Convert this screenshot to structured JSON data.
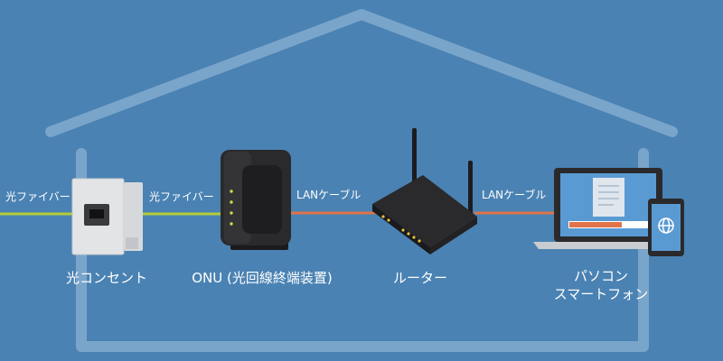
{
  "colors": {
    "background": "#4a82b3",
    "house_outline": "#7aa5ca",
    "fiber_cable": "#b5cc3a",
    "lan_cable": "#e0734a",
    "device_dark": "#2a2a2c",
    "outlet_body": "#e2e4e6",
    "screen": "#5a9ad3"
  },
  "cables": {
    "fiber_left": "光ファイバー",
    "fiber_right": "光ファイバー",
    "lan_left": "LANケーブル",
    "lan_right": "LANケーブル"
  },
  "devices": {
    "outlet": "光コンセント",
    "onu": "ONU (光回線終端装置)",
    "router": "ルーター",
    "pc_line1": "パソコン",
    "pc_line2": "スマートフォン"
  },
  "icons": {
    "outlet": "fiber-outlet-icon",
    "onu": "onu-device-icon",
    "router": "router-icon",
    "laptop": "laptop-icon",
    "smartphone": "smartphone-icon",
    "globe": "globe-icon"
  }
}
